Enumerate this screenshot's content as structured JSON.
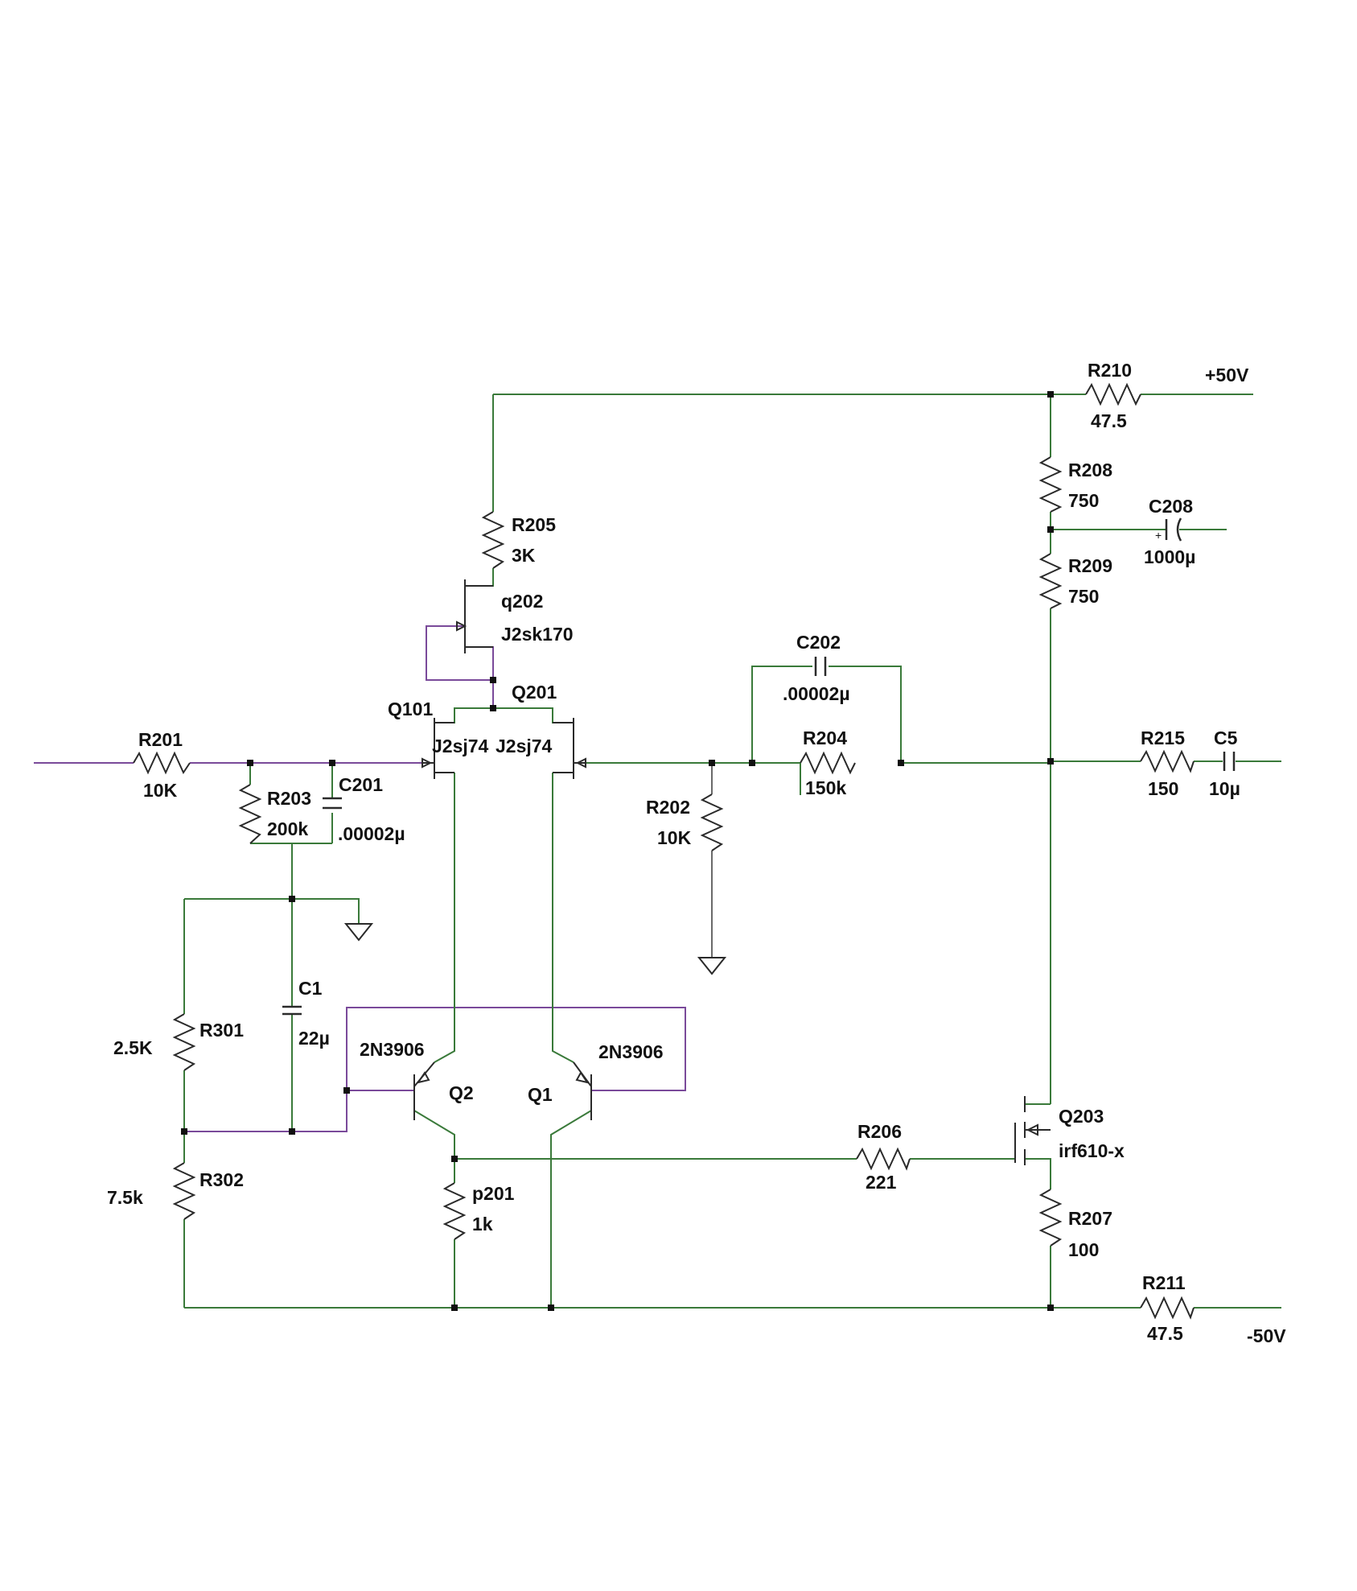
{
  "components": {
    "R210": {
      "ref": "R210",
      "value": "47.5"
    },
    "rail_pos": "+50V",
    "R208": {
      "ref": "R208",
      "value": "750"
    },
    "R209": {
      "ref": "R209",
      "value": "750"
    },
    "C208": {
      "ref": "C208",
      "value": "1000µ"
    },
    "R205": {
      "ref": "R205",
      "value": "3K"
    },
    "q202": {
      "ref": "q202",
      "value": "J2sk170"
    },
    "Q201": {
      "ref": "Q201",
      "value": "J2sj74"
    },
    "Q101": {
      "ref": "Q101",
      "value": "J2sj74"
    },
    "C202": {
      "ref": "C202",
      "value": ".00002µ"
    },
    "R204": {
      "ref": "R204",
      "value": "150k"
    },
    "R201": {
      "ref": "R201",
      "value": "10K"
    },
    "R203": {
      "ref": "R203",
      "value": "200k"
    },
    "C201": {
      "ref": "C201",
      "value": ".00002µ"
    },
    "R202": {
      "ref": "R202",
      "value": "10K"
    },
    "R215": {
      "ref": "R215",
      "value": "150"
    },
    "C5": {
      "ref": "C5",
      "value": "10µ"
    },
    "C1": {
      "ref": "C1",
      "value": "22µ"
    },
    "R301": {
      "ref": "R301",
      "value": "2.5K"
    },
    "R302": {
      "ref": "R302",
      "value": "7.5k"
    },
    "Q2": {
      "ref": "Q2",
      "value": "2N3906"
    },
    "Q1": {
      "ref": "Q1",
      "value": "2N3906"
    },
    "R206": {
      "ref": "R206",
      "value": "221"
    },
    "Q203": {
      "ref": "Q203",
      "value": "irf610-x"
    },
    "p201": {
      "ref": "p201",
      "value": "1k"
    },
    "R207": {
      "ref": "R207",
      "value": "100"
    },
    "R211": {
      "ref": "R211",
      "value": "47.5"
    },
    "rail_neg": "-50V"
  }
}
